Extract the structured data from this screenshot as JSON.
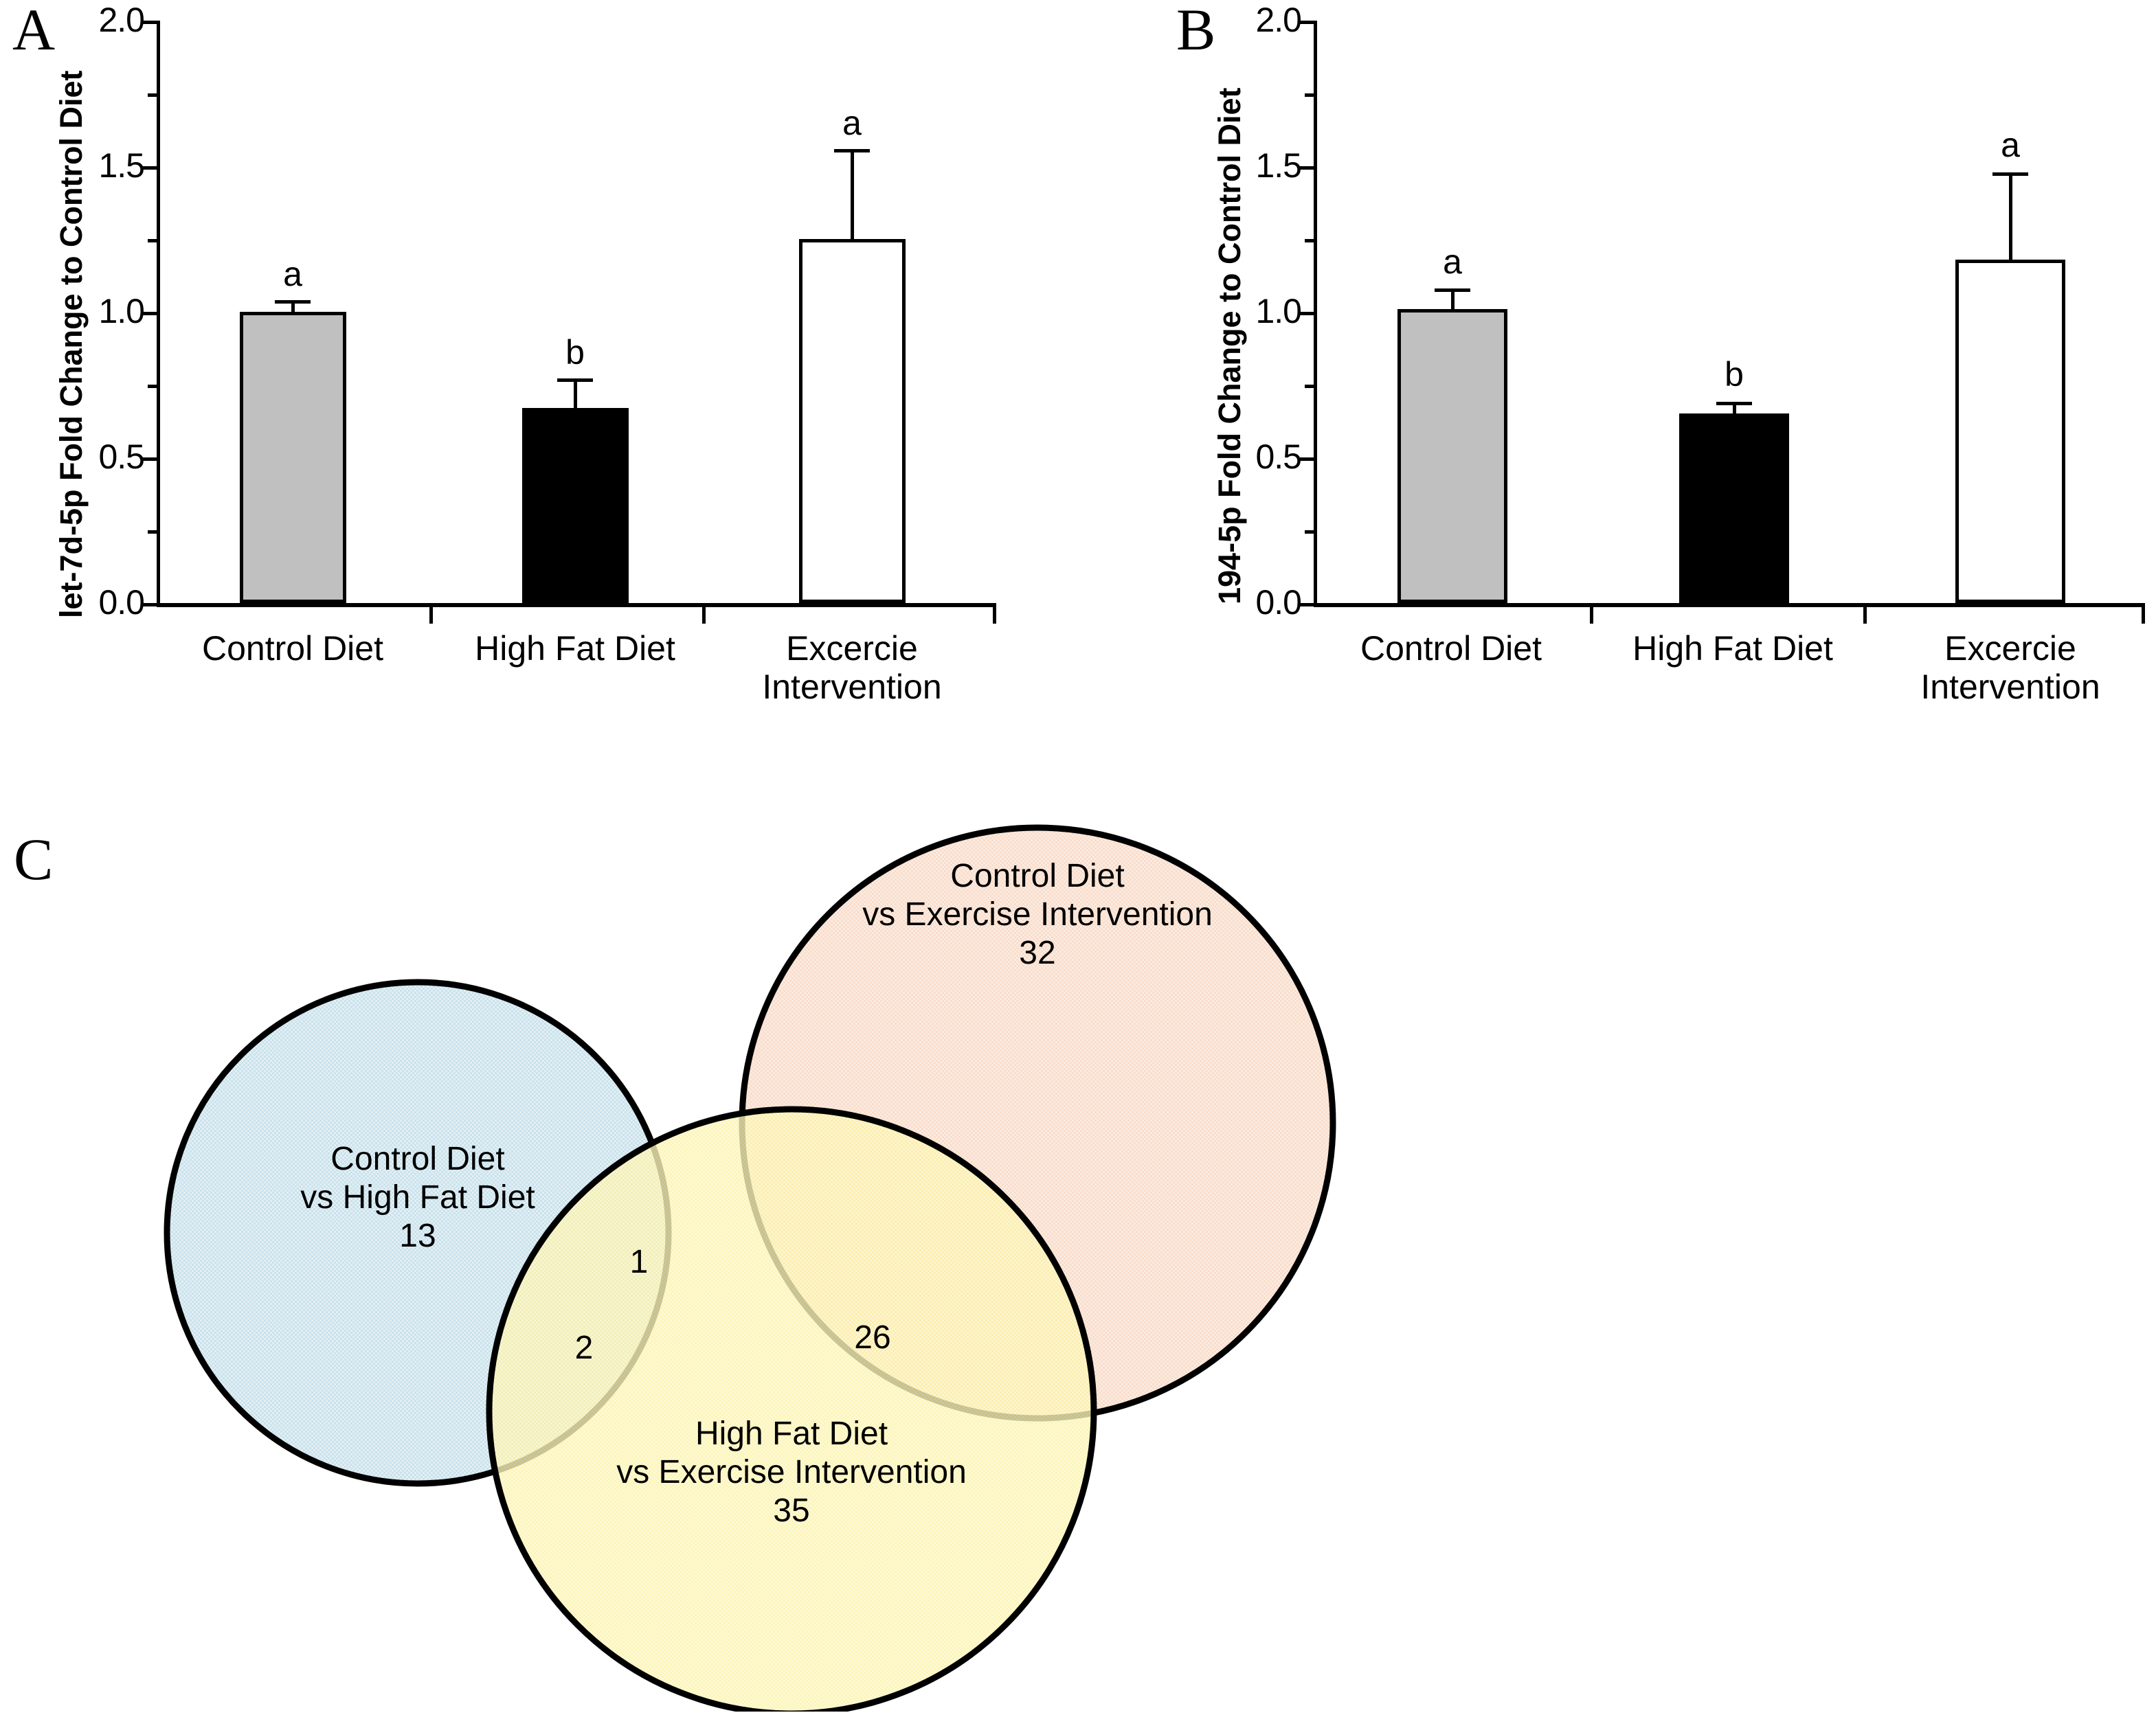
{
  "panels": {
    "a": {
      "label": "A",
      "ytitle": "let-7d-5p  Fold Change to Control Diet",
      "yticks": [
        "0.0",
        "0.5",
        "1.0",
        "1.5",
        "2.0"
      ]
    },
    "b": {
      "label": "B",
      "ytitle": "194-5p  Fold Change to Control Diet",
      "yticks": [
        "0.0",
        "0.5",
        "1.0",
        "1.5",
        "2.0"
      ]
    },
    "c": {
      "label": "C"
    }
  },
  "categories": [
    "Control Diet",
    "High Fat Diet",
    "Excercie\nIntervention"
  ],
  "cat_lines": {
    "c0_l1": "Control Diet",
    "c0_l2": "",
    "c1_l1": "High Fat Diet",
    "c1_l2": "",
    "c2_l1": "Excercie",
    "c2_l2": "Intervention"
  },
  "sig_letters": {
    "a": [
      "a",
      "b",
      "a"
    ],
    "b": [
      "a",
      "b",
      "a"
    ]
  },
  "colors": {
    "bar_control": "#c0c0c0",
    "bar_highfat": "#000000",
    "bar_exercise": "#ffffff",
    "venn_blue": "#bfdde9",
    "venn_pink": "#fae2d4",
    "venn_yellow": "#fcf6b8",
    "outline": "#000000"
  },
  "venn": {
    "blue": {
      "title_l1": "Control Diet",
      "title_l2": "vs High Fat Diet",
      "count": "13"
    },
    "pink": {
      "title_l1": "Control Diet",
      "title_l2": "vs Exercise Intervention",
      "count": "32"
    },
    "yellow": {
      "title_l1": "High Fat Diet",
      "title_l2": "vs Exercise Intervention",
      "count": "35"
    },
    "overlaps": {
      "blue_pink": "1",
      "blue_yellow": "2",
      "pink_yellow": "26"
    }
  },
  "chart_data": [
    {
      "type": "bar",
      "panel": "A",
      "title": "",
      "xlabel": "",
      "ylabel": "let-7d-5p  Fold Change to Control Diet",
      "categories": [
        "Control Diet",
        "High Fat Diet",
        "Excercie Intervention"
      ],
      "values": [
        1.0,
        0.67,
        1.25
      ],
      "errors": [
        0.04,
        0.1,
        0.31
      ],
      "error_type": "upper-only",
      "bar_fills": [
        "#c0c0c0",
        "#000000",
        "#ffffff"
      ],
      "annotations": [
        "a",
        "b",
        "a"
      ],
      "ylim": [
        0.0,
        2.0
      ],
      "yticks": [
        0.0,
        0.5,
        1.0,
        1.5,
        2.0
      ],
      "yminor_step": 0.25,
      "grid": false,
      "legend": "none"
    },
    {
      "type": "bar",
      "panel": "B",
      "title": "",
      "xlabel": "",
      "ylabel": "194-5p  Fold Change to Control Diet",
      "categories": [
        "Control Diet",
        "High Fat Diet",
        "Excercie Intervention"
      ],
      "values": [
        1.01,
        0.65,
        1.18
      ],
      "errors": [
        0.07,
        0.04,
        0.3
      ],
      "error_type": "upper-only",
      "bar_fills": [
        "#c0c0c0",
        "#000000",
        "#ffffff"
      ],
      "annotations": [
        "a",
        "b",
        "a"
      ],
      "ylim": [
        0.0,
        2.0
      ],
      "yticks": [
        0.0,
        0.5,
        1.0,
        1.5,
        2.0
      ],
      "yminor_step": 0.25,
      "grid": false,
      "legend": "none"
    },
    {
      "type": "venn",
      "panel": "C",
      "title": "",
      "sets": [
        {
          "name": "Control Diet vs High Fat Diet",
          "only": 13,
          "color": "#bfdde9"
        },
        {
          "name": "Control Diet vs Exercise Intervention",
          "only": 32,
          "color": "#fae2d4"
        },
        {
          "name": "High Fat Diet vs Exercise Intervention",
          "only": 35,
          "color": "#fcf6b8"
        }
      ],
      "intersections": {
        "set1_set2": 1,
        "set1_set3": 2,
        "set2_set3": 26,
        "set1_set2_set3": 1
      }
    }
  ]
}
